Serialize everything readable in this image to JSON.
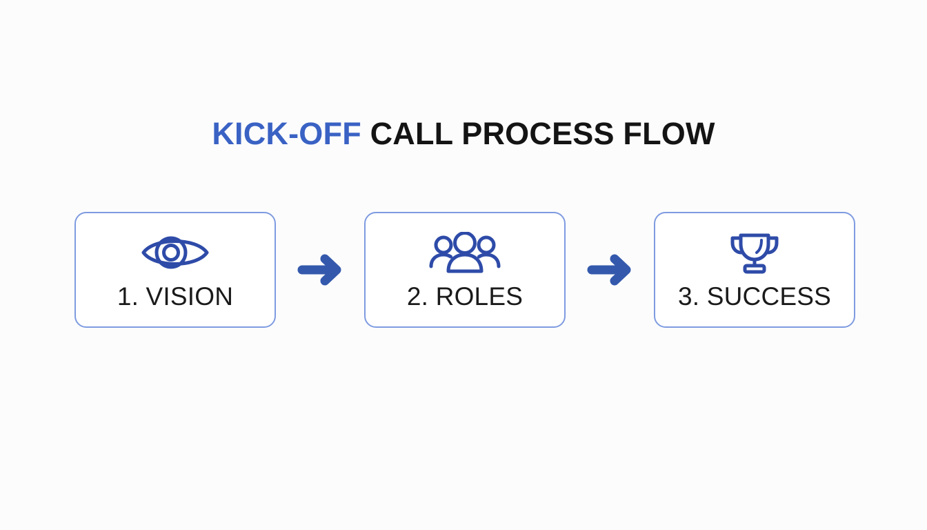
{
  "slide": {
    "background_color": "#fcfcfd",
    "title": {
      "accent_text": "KICK-OFF",
      "accent_color": "#3a62c4",
      "rest_text": " CALL PROCESS FLOW",
      "rest_color": "#141414",
      "full_text": "KICK-OFF CALL PROCESS FLOW"
    },
    "theme": {
      "card_border_color": "#7e9be0",
      "card_fill_color": "#ffffff",
      "icon_stroke_color": "#2e4ba8",
      "arrow_color": "#3459ac",
      "label_color": "#1a1a1a"
    }
  },
  "diagram": {
    "type": "process-flow",
    "orientation": "horizontal",
    "step_count": 3,
    "steps": [
      {
        "number": "1.",
        "name": "VISION",
        "label": "1. VISION",
        "icon": "eye-icon"
      },
      {
        "number": "2.",
        "name": "ROLES",
        "label": "2. ROLES",
        "icon": "people-group-icon"
      },
      {
        "number": "3.",
        "name": "SUCCESS",
        "label": "3. SUCCESS",
        "icon": "trophy-icon"
      }
    ],
    "connectors": [
      {
        "icon": "arrow-right-icon",
        "from": "1. VISION",
        "to": "2. ROLES"
      },
      {
        "icon": "arrow-right-icon",
        "from": "2. ROLES",
        "to": "3. SUCCESS"
      }
    ]
  }
}
